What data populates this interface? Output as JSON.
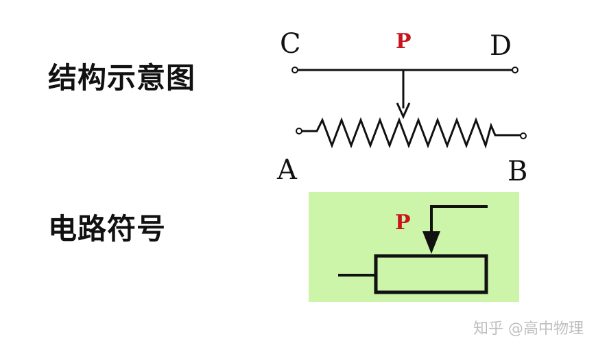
{
  "headings": {
    "structure": "结构示意图",
    "symbol": "电路符号"
  },
  "structure_diagram": {
    "terminals": {
      "c": "C",
      "d": "D",
      "a": "A",
      "b": "B"
    },
    "slider_label": "P"
  },
  "circuit_symbol": {
    "slider_label": "P"
  },
  "watermark": "知乎 @高中物理",
  "colors": {
    "line": "#111111",
    "accent": "#c8141e",
    "panel": "#ccf5a9"
  },
  "icons": {
    "slider_arrow": "arrow-down-icon",
    "terminal": "terminal-circle-icon"
  }
}
